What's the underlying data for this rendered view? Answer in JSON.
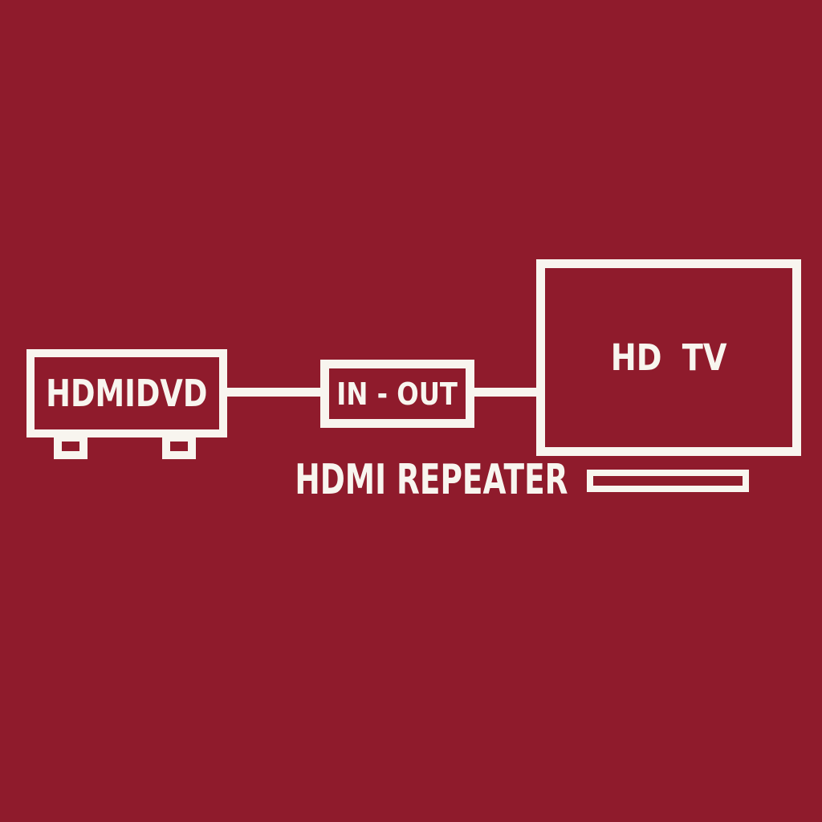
{
  "diagram": {
    "dvd_label": "HDMIDVD",
    "repeater_label": "IN - OUT",
    "tv_label": "HD TV",
    "caption": "HDMI REPEATER"
  },
  "colors": {
    "background": "#8f1b2c",
    "stroke": "#f8f5ef"
  }
}
